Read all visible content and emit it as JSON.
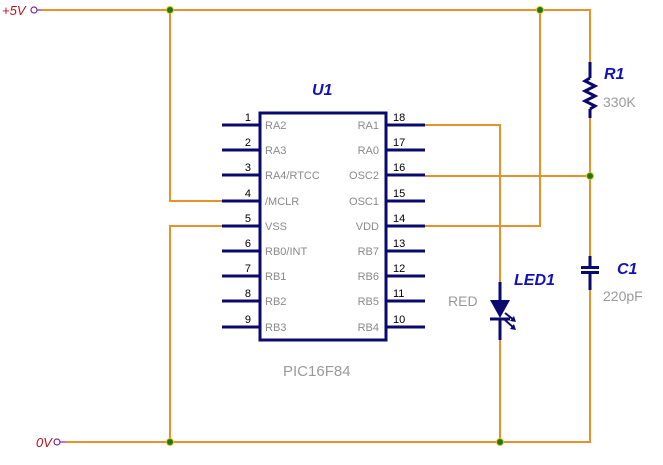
{
  "rails": {
    "vcc": {
      "label": "+5V"
    },
    "gnd": {
      "label": "0V"
    }
  },
  "ic": {
    "ref": "U1",
    "part": "PIC16F84",
    "left_pins": [
      {
        "num": "1",
        "name": "RA2"
      },
      {
        "num": "2",
        "name": "RA3"
      },
      {
        "num": "3",
        "name": "RA4/RTCC"
      },
      {
        "num": "4",
        "name": "/MCLR"
      },
      {
        "num": "5",
        "name": "VSS"
      },
      {
        "num": "6",
        "name": "RB0/INT"
      },
      {
        "num": "7",
        "name": "RB1"
      },
      {
        "num": "8",
        "name": "RB2"
      },
      {
        "num": "9",
        "name": "RB3"
      }
    ],
    "right_pins": [
      {
        "num": "18",
        "name": "RA1"
      },
      {
        "num": "17",
        "name": "RA0"
      },
      {
        "num": "16",
        "name": "OSC2"
      },
      {
        "num": "15",
        "name": "OSC1"
      },
      {
        "num": "14",
        "name": "VDD"
      },
      {
        "num": "13",
        "name": "RB7"
      },
      {
        "num": "12",
        "name": "RB6"
      },
      {
        "num": "11",
        "name": "RB5"
      },
      {
        "num": "10",
        "name": "RB4"
      }
    ]
  },
  "resistor": {
    "ref": "R1",
    "value": "330K"
  },
  "capacitor": {
    "ref": "C1",
    "value": "220pF"
  },
  "led": {
    "ref": "LED1",
    "value": "RED"
  },
  "colors": {
    "wire": "#e8912a",
    "component": "#0a0a6e",
    "reference": "#1010c0",
    "value_text": "#9a9a9a",
    "rail_label": "#c01020",
    "junction": "#1a7a1a"
  }
}
